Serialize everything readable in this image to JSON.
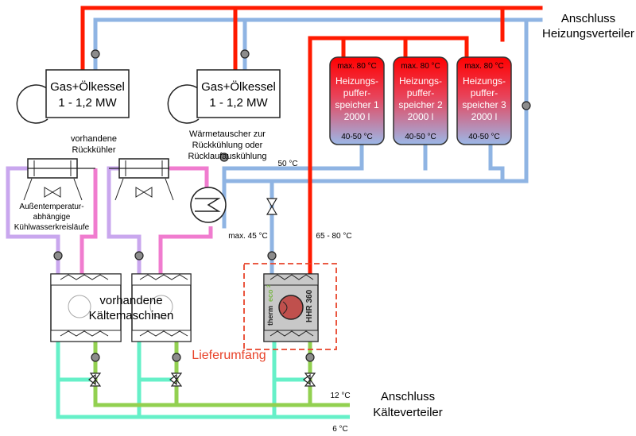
{
  "labels": {
    "heating_connection_line1": "Anschluss",
    "heating_connection_line2": "Heizungsverteiler",
    "cooling_connection_line1": "Anschluss",
    "cooling_connection_line2": "Kälteverteiler",
    "existing_coolers_line1": "vorhandene",
    "existing_coolers_line2": "Rückkühler",
    "outdoor_temp_line1": "Außentemperatur-",
    "outdoor_temp_line2": "abhängige",
    "outdoor_temp_line3": "Kühlwasserkreisläufe",
    "heat_exchanger_line1": "Wärmetauscher zur",
    "heat_exchanger_line2": "Rückkühlung oder",
    "heat_exchanger_line3": "Rücklaufauskühlung",
    "chillers_line1": "vorhandene",
    "chillers_line2": "Kältemaschinen",
    "scope_of_delivery": "Lieferumfang",
    "heat_pump_brand_a": "therm",
    "heat_pump_brand_b": "eco",
    "heat_pump_brand_c": "2",
    "heat_pump_model": "HHR 360"
  },
  "boilers": [
    {
      "line1": "Gas+Ölkessel",
      "line2": "1 - 1,2 MW"
    },
    {
      "line1": "Gas+Ölkessel",
      "line2": "1 - 1,2 MW"
    }
  ],
  "tanks": [
    {
      "top_temp": "max. 80 °C",
      "line1": "Heizungs-",
      "line2": "puffer-",
      "line3": "speicher 1",
      "volume": "2000 l",
      "bottom_temp": "40-50 °C"
    },
    {
      "top_temp": "max. 80 °C",
      "line1": "Heizungs-",
      "line2": "puffer-",
      "line3": "speicher 2",
      "volume": "2000 l",
      "bottom_temp": "40-50 °C"
    },
    {
      "top_temp": "max. 80 °C",
      "line1": "Heizungs-",
      "line2": "puffer-",
      "line3": "speicher 3",
      "volume": "2000 l",
      "bottom_temp": "40-50 °C"
    }
  ],
  "temperatures": {
    "t_50": "50 °C",
    "t_max45": "max. 45 °C",
    "t_65_80": "65 - 80 °C",
    "t_12": "12 °C",
    "t_6": "6 °C"
  },
  "colors": {
    "hot_pipe": "#ff1a00",
    "return_pipe": "#8fb4e3",
    "cooling_pink": "#f07ccf",
    "cooling_lilac": "#c9a7ee",
    "chilled_green": "#92d050",
    "chilled_aqua": "#66f0c8",
    "scope_red": "#e8432a",
    "heat_pump_fill": "#c8c8c8",
    "compressor_red": "#c0504d",
    "brand_green": "#7ab648"
  }
}
